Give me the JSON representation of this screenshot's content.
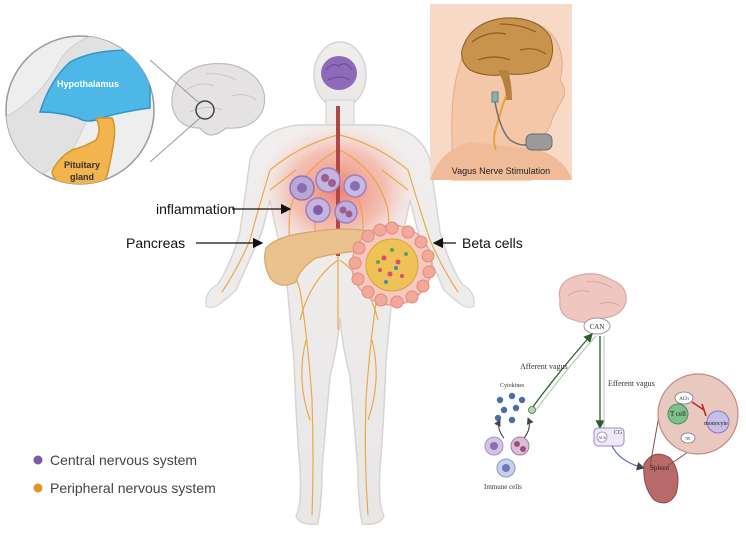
{
  "labels": {
    "hypothalamus": "Hypothalamus",
    "pituitary_line1": "Pituitary",
    "pituitary_line2": "gland",
    "vns": "Vagus Nerve Stimulation",
    "inflammation": "inflammation",
    "pancreas": "Pancreas",
    "beta_cells": "Beta cells",
    "can": "CAN",
    "afferent": "Afferent vagus",
    "efferent": "Efferent vagus",
    "cytokines": "Cytokines",
    "immune_cells": "Immune cells",
    "cg": "CG",
    "ach_small": "ACh",
    "spleen": "Spleen",
    "ach": "ACh",
    "tcell": "T cell",
    "ne": "NE",
    "monocyte": "monocyte"
  },
  "legend": [
    {
      "label": "Central nervous system",
      "color": "#7b5aa6"
    },
    {
      "label": "Peripheral nervous system",
      "color": "#d99a2b"
    }
  ],
  "colors": {
    "hypothalamus": "#4db8e8",
    "pituitary": "#f2b44c",
    "nerve": "#e8a33a",
    "cns": "#8e6bb8",
    "inflammation": "#f26a5a",
    "pancreas": "#e8c08a",
    "brain": "#f0c6c0",
    "spleen": "#b86a6a"
  }
}
